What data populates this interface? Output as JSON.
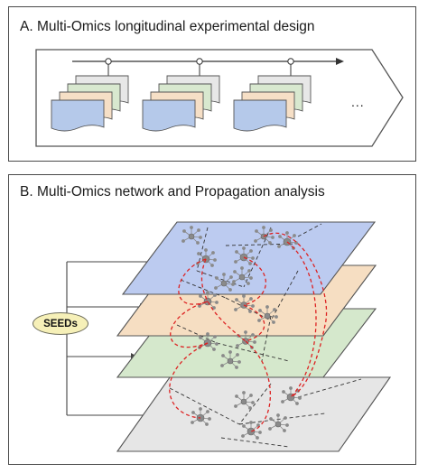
{
  "panel_a": {
    "title": "A. Multi-Omics longitudinal experimental design",
    "ellipsis": "...",
    "layer_colors": [
      "#e7e7e7",
      "#d8e8cf",
      "#f6dfc6",
      "#b5c9ea"
    ]
  },
  "panel_b": {
    "title": "B. Multi-Omics network and Propagation analysis",
    "seeds_label": "SEEDs",
    "layer_colors": [
      "#bccbf0",
      "#f6dec2",
      "#d5e8cc",
      "#e6e6e6"
    ],
    "link_color": "#dd2222",
    "node_color": "#8a8a8a"
  }
}
